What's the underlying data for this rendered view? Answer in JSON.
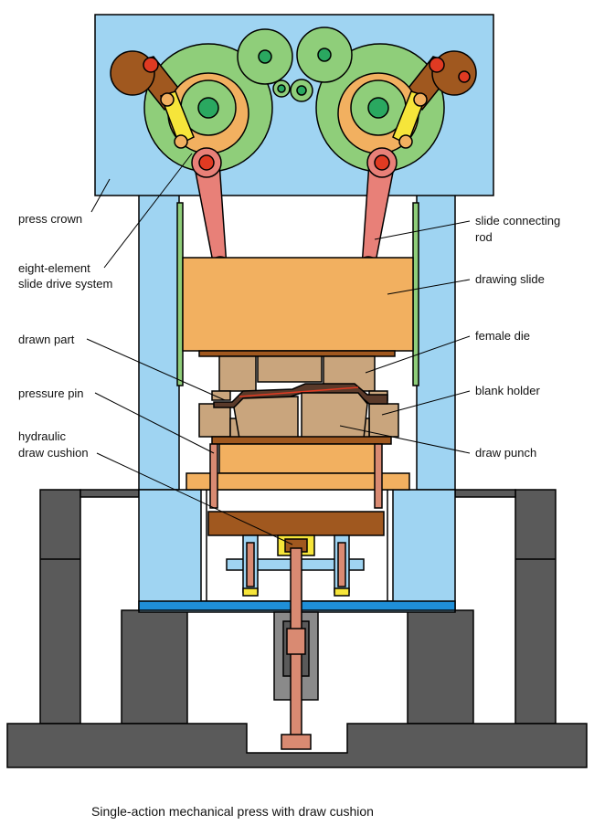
{
  "labels": {
    "press_crown": "press crown",
    "eight_element_1": "eight-element",
    "eight_element_2": "slide drive system",
    "drawn_part": "drawn part",
    "pressure_pin": "pressure pin",
    "hydraulic_1": "hydraulic",
    "hydraulic_2": "draw cushion",
    "slide_rod_1": "slide connecting",
    "slide_rod_2": "rod",
    "drawing_slide": "drawing slide",
    "female_die": "female die",
    "blank_holder": "blank holder",
    "draw_punch": "draw punch"
  },
  "caption": "Single-action mechanical press with draw cushion",
  "colors": {
    "light_blue": "#9fd4f2",
    "dark_gray": "#5a5a5a",
    "green": "#8fce7a",
    "dark_green": "#2aa860",
    "orange": "#f2b060",
    "brown": "#a0581f",
    "pink": "#e88078",
    "red": "#e03a22",
    "yellow": "#f6e53a",
    "tan": "#c9a57d",
    "blue_plate": "#1f8fd8",
    "copper": "#d98a72"
  }
}
